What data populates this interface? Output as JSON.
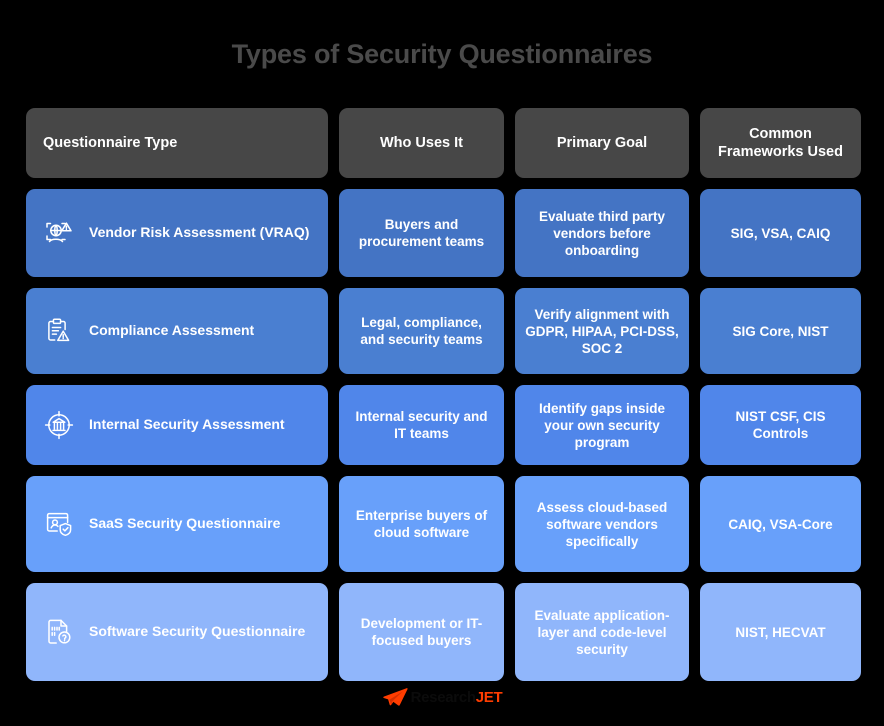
{
  "header": {
    "title": "Types of Security Questionnaires"
  },
  "table": {
    "columns": [
      {
        "key": "type",
        "label": "Questionnaire Type",
        "align": "left"
      },
      {
        "key": "who",
        "label": "Who Uses It",
        "align": "center"
      },
      {
        "key": "goal",
        "label": "Primary Goal",
        "align": "center"
      },
      {
        "key": "frameworks",
        "label": "Common\nFrameworks Used",
        "align": "center"
      }
    ],
    "column_labels": {
      "type": "Questionnaire Type",
      "who": "Who Uses It",
      "goal": "Primary Goal",
      "frameworks_line1": "Common",
      "frameworks_line2": "Frameworks Used"
    },
    "rows": [
      {
        "icon": "vendor-scan-warning-icon",
        "type": "Vendor Risk Assessment (VRAQ)",
        "who": "Buyers and procurement teams",
        "goal": "Evaluate third party vendors before onboarding",
        "frameworks": "SIG, VSA, CAIQ",
        "color": "#4474c4"
      },
      {
        "icon": "clipboard-warning-icon",
        "type": "Compliance Assessment",
        "who": "Legal, compliance, and security teams",
        "goal": "Verify alignment with GDPR, HIPAA, PCI-DSS, SOC 2",
        "frameworks": "SIG Core, NIST",
        "color": "#4a7fd1"
      },
      {
        "icon": "bank-target-icon",
        "type": "Internal Security Assessment",
        "who": "Internal security and IT teams",
        "goal": "Identify gaps inside your own security program",
        "frameworks": "NIST CSF, CIS Controls",
        "color": "#5086ea"
      },
      {
        "icon": "browser-user-shield-icon",
        "type": "SaaS Security Questionnaire",
        "who": "Enterprise buyers of cloud software",
        "goal": "Assess cloud-based software vendors specifically",
        "frameworks": "CAIQ, VSA-Core",
        "color": "#68a0fa"
      },
      {
        "icon": "binary-file-question-icon",
        "type": "Software Security Questionnaire",
        "who": "Development or IT-focused buyers",
        "goal": "Evaluate application-layer and code-level security",
        "frameworks": "NIST, HECVAT",
        "color": "#90b6fb"
      }
    ]
  },
  "footer": {
    "logo_icon": "paper-plane-icon",
    "logo_word_primary": "Research",
    "logo_word_accent": "JET"
  },
  "colors": {
    "background": "#000000",
    "title": "#4a4a4a",
    "header_cell": "#474747",
    "accent_orange": "#ff3d00",
    "text_on_cell": "#ffffff"
  }
}
